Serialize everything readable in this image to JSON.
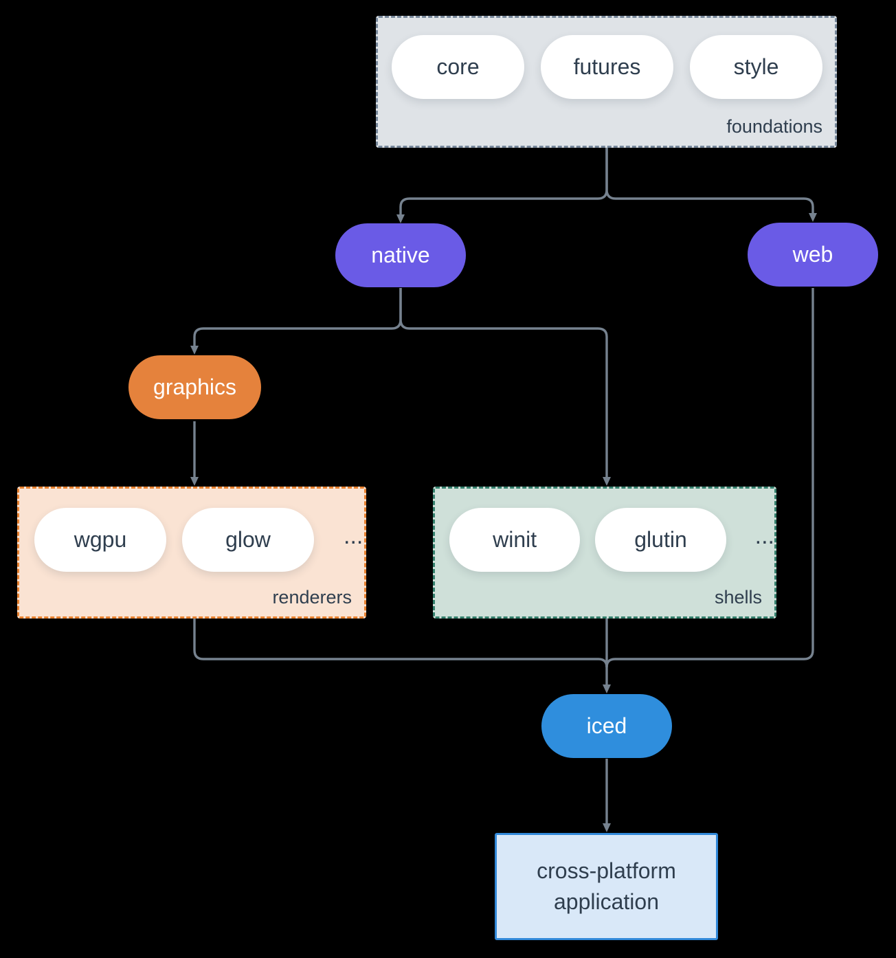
{
  "diagram": {
    "title_hint": "iced crate ecosystem diagram",
    "background_color": "#000000",
    "arrow_color": "#76828f",
    "text_color": "#2f3e4e",
    "groups": {
      "foundations": {
        "label": "foundations",
        "pills": [
          "core",
          "futures",
          "style"
        ],
        "bg": "#dfe3e7",
        "border": "#76879a"
      },
      "renderers": {
        "label": "renderers",
        "pills": [
          "wgpu",
          "glow"
        ],
        "ellipsis": "...",
        "bg": "#fae3d3",
        "border": "#e8812f"
      },
      "shells": {
        "label": "shells",
        "pills": [
          "winit",
          "glutin"
        ],
        "ellipsis": "...",
        "bg": "#cfe0d9",
        "border": "#35806d"
      }
    },
    "nodes": {
      "native": {
        "label": "native",
        "bg": "#6a5be6"
      },
      "web": {
        "label": "web",
        "bg": "#6a5be6"
      },
      "graphics": {
        "label": "graphics",
        "bg": "#e5823c"
      },
      "iced": {
        "label": "iced",
        "bg": "#2f8edd"
      },
      "application": {
        "line1": "cross-platform",
        "line2": "application",
        "bg": "#d9e8f8",
        "border": "#3289d9"
      }
    },
    "edges": [
      "foundations -> native",
      "foundations -> web",
      "native -> graphics",
      "native -> shells",
      "graphics -> renderers",
      "renderers -> iced",
      "shells -> iced",
      "web -> iced",
      "iced -> application"
    ]
  }
}
